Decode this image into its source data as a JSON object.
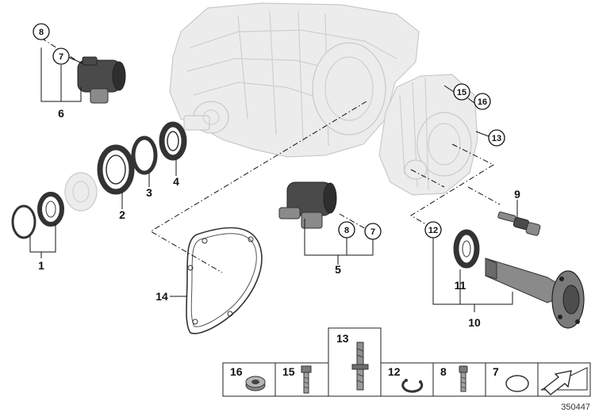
{
  "callouts": {
    "c1": "1",
    "c2": "2",
    "c3": "3",
    "c4": "4",
    "c5": "5",
    "c6": "6",
    "c7a": "7",
    "c7b": "7",
    "c8a": "8",
    "c8b": "8",
    "c9": "9",
    "c10": "10",
    "c11": "11",
    "c12": "12",
    "c13": "13",
    "c14": "14",
    "c15": "15",
    "c16": "16"
  },
  "legend": {
    "items": [
      "16",
      "15",
      "13",
      "12",
      "8",
      "7"
    ]
  },
  "reference_number": "350447"
}
